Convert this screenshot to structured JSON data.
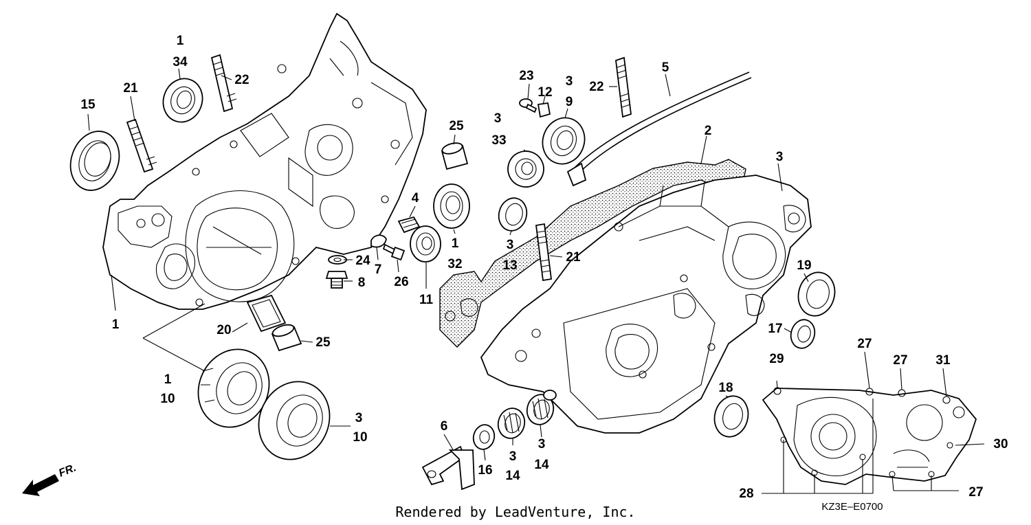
{
  "diagram": {
    "figure_code": "KZ3E–E0700",
    "credit": "Rendered by LeadVenture, Inc.",
    "direction_label": "FR.",
    "callouts": {
      "c1a": "1",
      "c34": "34",
      "c21a": "21",
      "c22a": "22",
      "c15": "15",
      "c1b": "1",
      "c4": "4",
      "c24": "24",
      "c7": "7",
      "c26": "26",
      "c8": "8",
      "c25a": "25",
      "c1c": "1",
      "c32": "32",
      "c11": "11",
      "c20": "20",
      "c25b": "25",
      "c1d": "1",
      "c10a": "10",
      "c3a": "3",
      "c10b": "10",
      "c23": "23",
      "c12": "12",
      "c3b": "3",
      "c9": "9",
      "c3c": "3",
      "c33": "33",
      "c3d": "3",
      "c13": "13",
      "c22b": "22",
      "c5": "5",
      "c2": "2",
      "c3e": "3",
      "c21b": "21",
      "c19": "19",
      "c17": "17",
      "c18": "18",
      "c6": "6",
      "c16": "16",
      "c3f": "3",
      "c14a": "14",
      "c3g": "3",
      "c14b": "14",
      "c29": "29",
      "c27a": "27",
      "c27b": "27",
      "c31": "31",
      "c30": "30",
      "c28": "28",
      "c27c": "27"
    }
  }
}
